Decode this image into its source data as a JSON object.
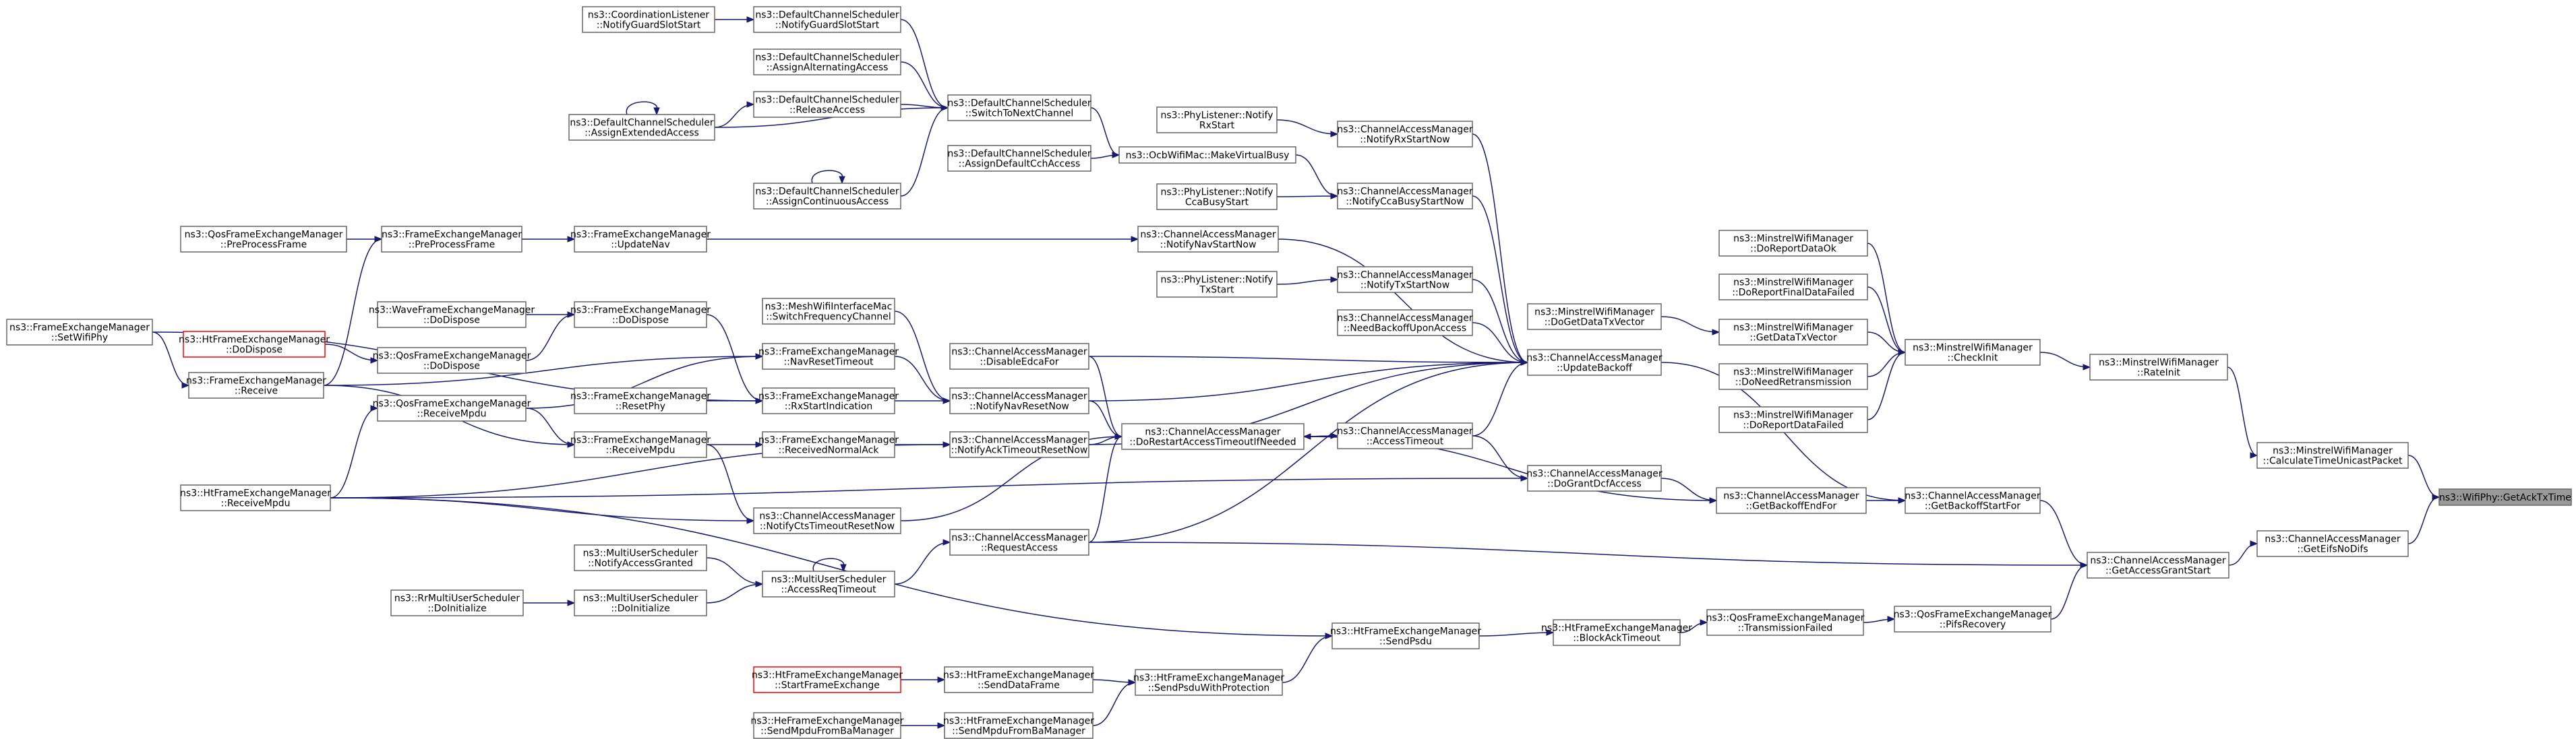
{
  "graph": {
    "root_color": "#999999",
    "boundary_color": "#ff0000",
    "edge_color": "#191970",
    "nodes": [
      {
        "id": "gatx",
        "lines": [
          "ns3::WifiPhy::GetAckTxTime"
        ],
        "root": true,
        "boundary": false
      },
      {
        "id": "calctu",
        "lines": [
          "ns3::MinstrelWifiManager",
          "::CalculateTimeUnicastPacket"
        ],
        "root": false,
        "boundary": false
      },
      {
        "id": "geifs",
        "lines": [
          "ns3::ChannelAccessManager",
          "::GetEifsNoDifs"
        ],
        "root": false,
        "boundary": false
      },
      {
        "id": "rateinit",
        "lines": [
          "ns3::MinstrelWifiManager",
          "::RateInit"
        ],
        "root": false,
        "boundary": false
      },
      {
        "id": "gags",
        "lines": [
          "ns3::ChannelAccessManager",
          "::GetAccessGrantStart"
        ],
        "root": false,
        "boundary": false
      },
      {
        "id": "checkinit",
        "lines": [
          "ns3::MinstrelWifiManager",
          "::CheckInit"
        ],
        "root": false,
        "boundary": false
      },
      {
        "id": "gbsf",
        "lines": [
          "ns3::ChannelAccessManager",
          "::GetBackoffStartFor"
        ],
        "root": false,
        "boundary": false
      },
      {
        "id": "pifs",
        "lines": [
          "ns3::QosFrameExchangeManager",
          "::PifsRecovery"
        ],
        "root": false,
        "boundary": false
      },
      {
        "id": "rdok",
        "lines": [
          "ns3::MinstrelWifiManager",
          "::DoReportDataOk"
        ],
        "root": false,
        "boundary": false
      },
      {
        "id": "rfdf",
        "lines": [
          "ns3::MinstrelWifiManager",
          "::DoReportFinalDataFailed"
        ],
        "root": false,
        "boundary": false
      },
      {
        "id": "gdtv",
        "lines": [
          "ns3::MinstrelWifiManager",
          "::GetDataTxVector"
        ],
        "root": false,
        "boundary": false
      },
      {
        "id": "dnr",
        "lines": [
          "ns3::MinstrelWifiManager",
          "::DoNeedRetransmission"
        ],
        "root": false,
        "boundary": false
      },
      {
        "id": "rdf",
        "lines": [
          "ns3::MinstrelWifiManager",
          "::DoReportDataFailed"
        ],
        "root": false,
        "boundary": false
      },
      {
        "id": "gbef",
        "lines": [
          "ns3::ChannelAccessManager",
          "::GetBackoffEndFor"
        ],
        "root": false,
        "boundary": false
      },
      {
        "id": "txfail",
        "lines": [
          "ns3::QosFrameExchangeManager",
          "::TransmissionFailed"
        ],
        "root": false,
        "boundary": false
      },
      {
        "id": "dogdtv",
        "lines": [
          "ns3::MinstrelWifiManager",
          "::DoGetDataTxVector"
        ],
        "root": false,
        "boundary": false
      },
      {
        "id": "ub",
        "lines": [
          "ns3::ChannelAccessManager",
          "::UpdateBackoff"
        ],
        "root": false,
        "boundary": false
      },
      {
        "id": "dgdcf",
        "lines": [
          "ns3::ChannelAccessManager",
          "::DoGrantDcfAccess"
        ],
        "root": false,
        "boundary": false
      },
      {
        "id": "bato",
        "lines": [
          "ns3::HtFrameExchangeManager",
          "::BlockAckTimeout"
        ],
        "root": false,
        "boundary": false
      },
      {
        "id": "rxsn",
        "lines": [
          "ns3::ChannelAccessManager",
          "::NotifyRxStartNow"
        ],
        "root": false,
        "boundary": false
      },
      {
        "id": "ccasn",
        "lines": [
          "ns3::ChannelAccessManager",
          "::NotifyCcaBusyStartNow"
        ],
        "root": false,
        "boundary": false
      },
      {
        "id": "navsn",
        "lines": [
          "ns3::ChannelAccessManager",
          "::NotifyNavStartNow"
        ],
        "root": false,
        "boundary": false
      },
      {
        "id": "txsn",
        "lines": [
          "ns3::ChannelAccessManager",
          "::NotifyTxStartNow"
        ],
        "root": false,
        "boundary": false
      },
      {
        "id": "nbuua",
        "lines": [
          "ns3::ChannelAccessManager",
          "::NeedBackoffUponAccess"
        ],
        "root": false,
        "boundary": false
      },
      {
        "id": "at",
        "lines": [
          "ns3::ChannelAccessManager",
          "::AccessTimeout"
        ],
        "root": false,
        "boundary": false
      },
      {
        "id": "sendpsdu",
        "lines": [
          "ns3::HtFrameExchangeManager",
          "::SendPsdu"
        ],
        "root": false,
        "boundary": false
      },
      {
        "id": "rxs",
        "lines": [
          "ns3::PhyListener::Notify",
          "RxStart"
        ],
        "root": false,
        "boundary": false
      },
      {
        "id": "ocbmvb",
        "lines": [
          "ns3::OcbWifiMac::MakeVirtualBusy"
        ],
        "root": false,
        "boundary": false
      },
      {
        "id": "ccabs",
        "lines": [
          "ns3::PhyListener::Notify",
          "CcaBusyStart"
        ],
        "root": false,
        "boundary": false
      },
      {
        "id": "txs",
        "lines": [
          "ns3::PhyListener::Notify",
          "TxStart"
        ],
        "root": false,
        "boundary": false
      },
      {
        "id": "drati",
        "lines": [
          "ns3::ChannelAccessManager",
          "::DoRestartAccessTimeoutIfNeeded"
        ],
        "root": false,
        "boundary": false
      },
      {
        "id": "spwp",
        "lines": [
          "ns3::HtFrameExchangeManager",
          "::SendPsduWithProtection"
        ],
        "root": false,
        "boundary": false
      },
      {
        "id": "stnc",
        "lines": [
          "ns3::DefaultChannelScheduler",
          "::SwitchToNextChannel"
        ],
        "root": false,
        "boundary": false
      },
      {
        "id": "acca",
        "lines": [
          "ns3::DefaultChannelScheduler",
          "::AssignDefaultCchAccess"
        ],
        "root": false,
        "boundary": false
      },
      {
        "id": "dedca",
        "lines": [
          "ns3::ChannelAccessManager",
          "::DisableEdcaFor"
        ],
        "root": false,
        "boundary": false
      },
      {
        "id": "nnrn",
        "lines": [
          "ns3::ChannelAccessManager",
          "::NotifyNavResetNow"
        ],
        "root": false,
        "boundary": false
      },
      {
        "id": "natrn",
        "lines": [
          "ns3::ChannelAccessManager",
          "::NotifyAckTimeoutResetNow"
        ],
        "root": false,
        "boundary": false
      },
      {
        "id": "ra",
        "lines": [
          "ns3::ChannelAccessManager",
          "::RequestAccess"
        ],
        "root": false,
        "boundary": false
      },
      {
        "id": "sdf",
        "lines": [
          "ns3::HtFrameExchangeManager",
          "::SendDataFrame"
        ],
        "root": false,
        "boundary": false
      },
      {
        "id": "smfba",
        "lines": [
          "ns3::HtFrameExchangeManager",
          "::SendMpduFromBaManager"
        ],
        "root": false,
        "boundary": false
      },
      {
        "id": "ngss",
        "lines": [
          "ns3::DefaultChannelScheduler",
          "::NotifyGuardSlotStart"
        ],
        "root": false,
        "boundary": false
      },
      {
        "id": "aaa",
        "lines": [
          "ns3::DefaultChannelScheduler",
          "::AssignAlternatingAccess"
        ],
        "root": false,
        "boundary": false
      },
      {
        "id": "rela",
        "lines": [
          "ns3::DefaultChannelScheduler",
          "::ReleaseAccess"
        ],
        "root": false,
        "boundary": false
      },
      {
        "id": "aca",
        "lines": [
          "ns3::DefaultChannelScheduler",
          "::AssignContinuousAccess"
        ],
        "root": false,
        "boundary": false
      },
      {
        "id": "unav",
        "lines": [
          "ns3::FrameExchangeManager",
          "::UpdateNav"
        ],
        "root": false,
        "boundary": false
      },
      {
        "id": "swfc",
        "lines": [
          "ns3::MeshWifiInterfaceMac",
          "::SwitchFrequencyChannel"
        ],
        "root": false,
        "boundary": false
      },
      {
        "id": "nrt",
        "lines": [
          "ns3::FrameExchangeManager",
          "::NavResetTimeout"
        ],
        "root": false,
        "boundary": false
      },
      {
        "id": "rsi",
        "lines": [
          "ns3::FrameExchangeManager",
          "::RxStartIndication"
        ],
        "root": false,
        "boundary": false
      },
      {
        "id": "rna",
        "lines": [
          "ns3::FrameExchangeManager",
          "::ReceivedNormalAck"
        ],
        "root": false,
        "boundary": false
      },
      {
        "id": "nctrn",
        "lines": [
          "ns3::ChannelAccessManager",
          "::NotifyCtsTimeoutResetNow"
        ],
        "root": false,
        "boundary": false
      },
      {
        "id": "mus_ara",
        "lines": [
          "ns3::MultiUserScheduler",
          "::AccessReqTimeout"
        ],
        "root": false,
        "boundary": false
      },
      {
        "id": "htsfe",
        "lines": [
          "ns3::HtFrameExchangeManager",
          "::StartFrameExchange"
        ],
        "root": false,
        "boundary": true
      },
      {
        "id": "hesmfba",
        "lines": [
          "ns3::HeFrameExchangeManager",
          "::SendMpduFromBaManager"
        ],
        "root": false,
        "boundary": false
      },
      {
        "id": "cl_ngss",
        "lines": [
          "ns3::CoordinationListener",
          "::NotifyGuardSlotStart"
        ],
        "root": false,
        "boundary": false
      },
      {
        "id": "aea",
        "lines": [
          "ns3::DefaultChannelScheduler",
          "::AssignExtendedAccess"
        ],
        "root": false,
        "boundary": false
      },
      {
        "id": "ppf",
        "lines": [
          "ns3::FrameExchangeManager",
          "::PreProcessFrame"
        ],
        "root": false,
        "boundary": false
      },
      {
        "id": "fem_dd",
        "lines": [
          "ns3::FrameExchangeManager",
          "::DoDispose"
        ],
        "root": false,
        "boundary": false
      },
      {
        "id": "resetphy",
        "lines": [
          "ns3::FrameExchangeManager",
          "::ResetPhy"
        ],
        "root": false,
        "boundary": false
      },
      {
        "id": "rmpdu",
        "lines": [
          "ns3::FrameExchangeManager",
          "::ReceiveMpdu"
        ],
        "root": false,
        "boundary": false
      },
      {
        "id": "mus_nag",
        "lines": [
          "ns3::MultiUserScheduler",
          "::NotifyAccessGranted"
        ],
        "root": false,
        "boundary": false
      },
      {
        "id": "mus_di",
        "lines": [
          "ns3::MultiUserScheduler",
          "::DoInitialize"
        ],
        "root": false,
        "boundary": false
      },
      {
        "id": "qos_ppf",
        "lines": [
          "ns3::QosFrameExchangeManager",
          "::PreProcessFrame"
        ],
        "root": false,
        "boundary": false
      },
      {
        "id": "wave_dd",
        "lines": [
          "ns3::WaveFrameExchangeManager",
          "::DoDispose"
        ],
        "root": false,
        "boundary": false
      },
      {
        "id": "qos_dd",
        "lines": [
          "ns3::QosFrameExchangeManager",
          "::DoDispose"
        ],
        "root": false,
        "boundary": false
      },
      {
        "id": "qos_rmpdu",
        "lines": [
          "ns3::QosFrameExchangeManager",
          "::ReceiveMpdu"
        ],
        "root": false,
        "boundary": false
      },
      {
        "id": "rr_di",
        "lines": [
          "ns3::RrMultiUserScheduler",
          "::DoInitialize"
        ],
        "root": false,
        "boundary": false
      },
      {
        "id": "fem_setwp",
        "lines": [
          "ns3::FrameExchangeManager",
          "::SetWifiPhy"
        ],
        "root": false,
        "boundary": false
      },
      {
        "id": "ht_dd",
        "lines": [
          "ns3::HtFrameExchangeManager",
          "::DoDispose"
        ],
        "root": false,
        "boundary": true
      },
      {
        "id": "fem_recv",
        "lines": [
          "ns3::FrameExchangeManager",
          "::Receive"
        ],
        "root": false,
        "boundary": false
      },
      {
        "id": "ht_rmpdu",
        "lines": [
          "ns3::HtFrameExchangeManager",
          "::ReceiveMpdu"
        ],
        "root": false,
        "boundary": false
      }
    ]
  }
}
